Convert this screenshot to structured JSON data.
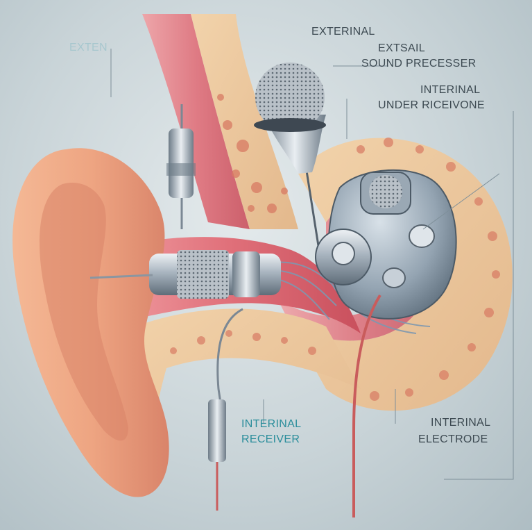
{
  "labels": {
    "faint_left": "EXTEN",
    "external": "EXTERINAL",
    "extsal": "EXTSAIL",
    "sound_processor": "SOUND PRECESSER",
    "internal_top": "INTERINAL",
    "under_receiver": "UNDER RICEIVONE",
    "internal_receiver_1": "INTERINAL",
    "internal_receiver_2": "RECEIVER",
    "internal_electrode_1": "INTERINAL",
    "internal_electrode_2": "ELECTRODE"
  },
  "colors": {
    "background": "#c9d4d8",
    "skin": "#eea582",
    "bone": "#ecc59a",
    "tissue": "#e0707a",
    "metal": "#9aa8b4",
    "label_dark": "#3d4a52",
    "label_teal": "#2a8d9b"
  }
}
